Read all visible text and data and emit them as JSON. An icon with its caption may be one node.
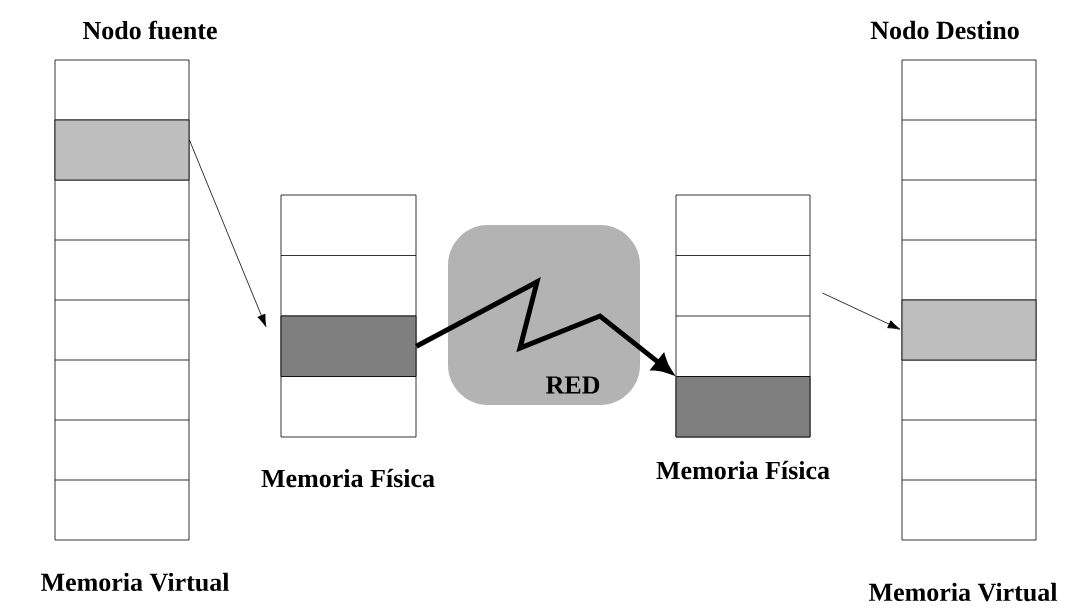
{
  "diagram": {
    "nodes": [
      {
        "text": [],
        "shape": "box",
        "beside": [
          "Memoria Virtual"
        ]
      },
      {
        "text": [],
        "shape": "box",
        "in": 0
      },
      {
        "text": [],
        "shape": "box",
        "beside": [
          "Memoria Física"
        ]
      },
      {
        "text": [],
        "shape": "box",
        "in": 2
      },
      {
        "text": [],
        "shape": "box",
        "beside": [
          "Memoria Física"
        ]
      },
      {
        "text": [],
        "shape": "box",
        "in": 4
      },
      {
        "text": [],
        "shape": "box",
        "beside": [
          "Memoria Virtual"
        ]
      },
      {
        "text": [],
        "shape": "box",
        "in": 6
      }
    ],
    "edges": [
      {
        "from": 1,
        "to": 3,
        "arrow": "to"
      },
      {
        "from": 3,
        "to": 5,
        "arrow": "to",
        "style": "thick"
      },
      {
        "from": 4,
        "to": 7,
        "arrow": "to"
      }
    ],
    "labels": [
      "Nodo fuente",
      "Nodo Destino",
      "RED"
    ]
  }
}
